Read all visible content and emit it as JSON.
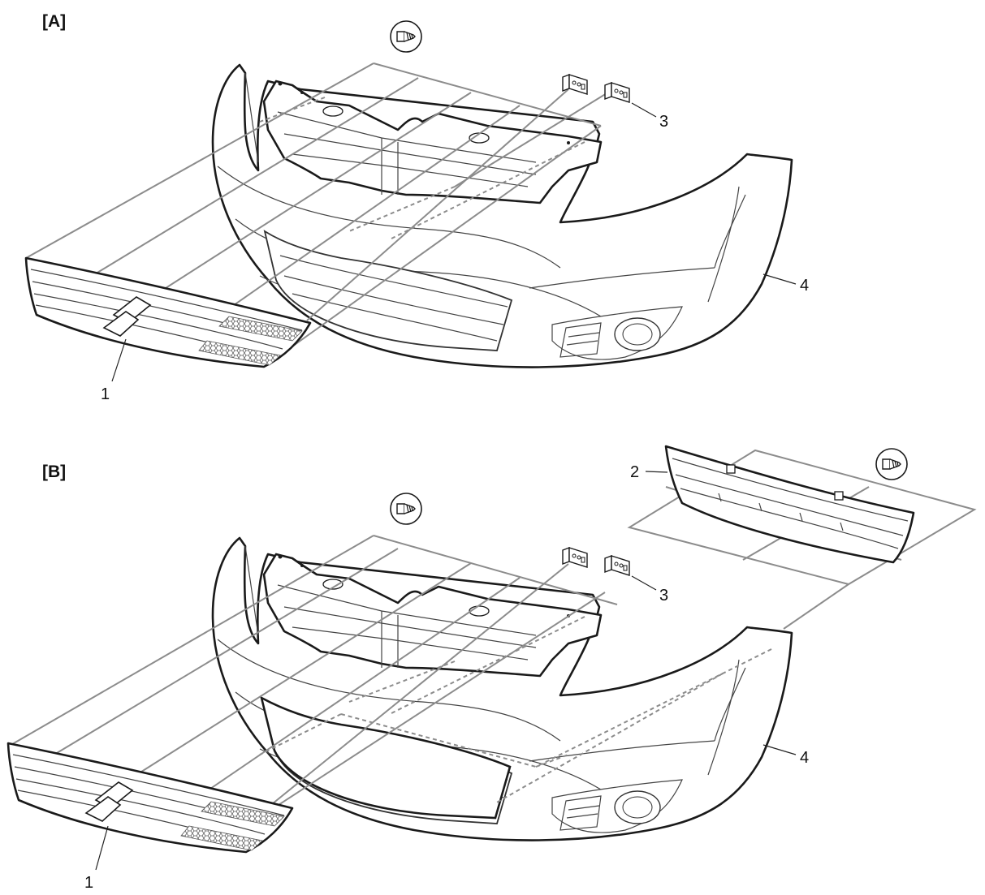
{
  "sections": [
    {
      "label": "[A]"
    },
    {
      "label": "[B]"
    }
  ],
  "callouts": {
    "a": [
      "1",
      "3",
      "4"
    ],
    "b": [
      "1",
      "2",
      "3",
      "4"
    ]
  },
  "fastener_icon": "clip-icon",
  "colors": {
    "line": "#1a1a1a",
    "leader": "#8c8c8c",
    "background": "#ffffff"
  }
}
